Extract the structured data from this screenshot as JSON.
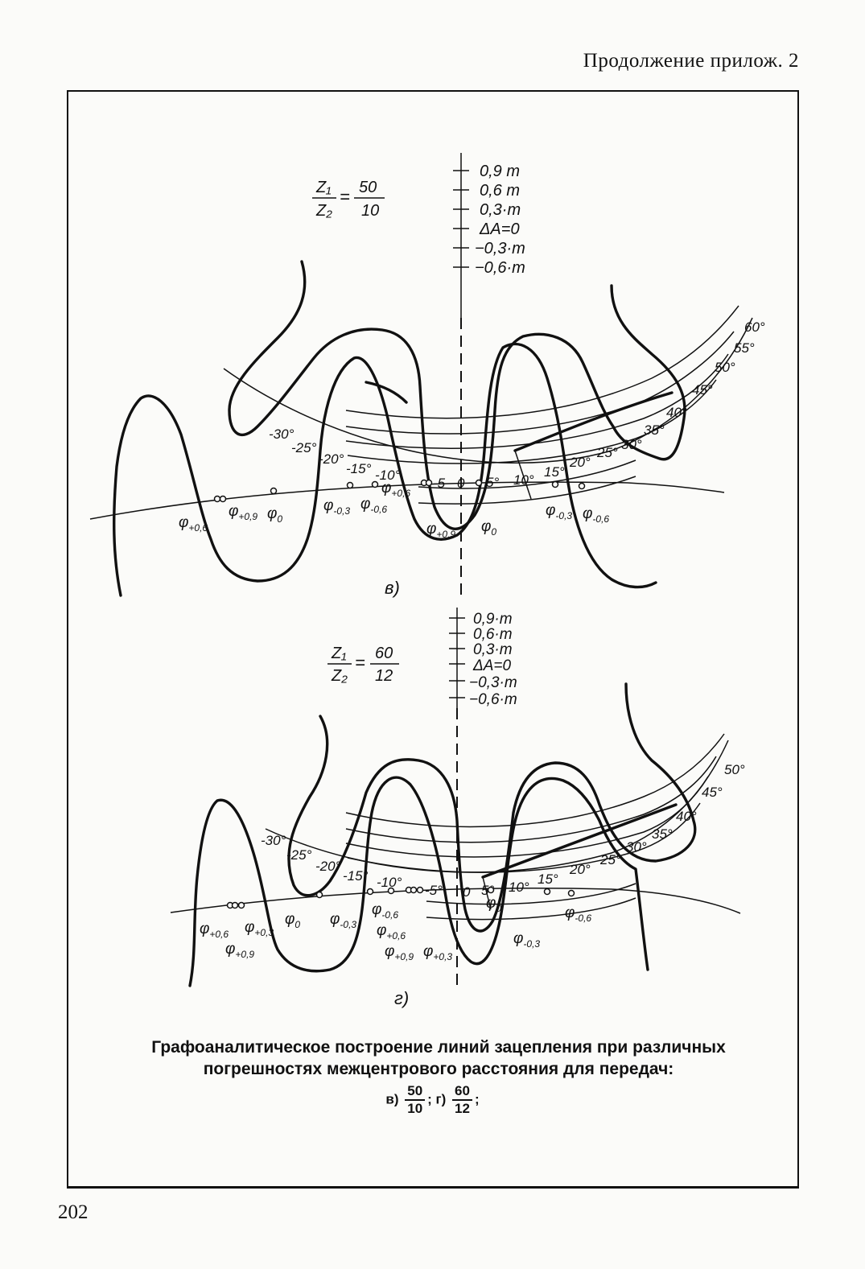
{
  "header": "Продолжение прилож. 2",
  "page_number": "202",
  "figure_v": {
    "panel_label": "в)",
    "ratio": {
      "top": "50",
      "bottom": "10"
    },
    "scale": [
      "0,9 m",
      "0,6 m",
      "0,3·m",
      "ΔA=0",
      "−0,3·m",
      "−0,6·m"
    ],
    "angles_right": [
      "60°",
      "55°",
      "50°",
      "45°",
      "40°",
      "35°",
      "30°",
      "25°",
      "20°",
      "15°",
      "10°",
      "5°",
      "0",
      "-5"
    ],
    "angles_left": [
      "-30°",
      "-25°",
      "-20°",
      "-15°",
      "-10°"
    ],
    "phi": [
      "+0,6",
      "+0,9",
      "0",
      "-0,3",
      "-0,6",
      "+0,6",
      "+0,9",
      "0",
      "-0,3",
      "-0,6"
    ]
  },
  "figure_g": {
    "panel_label": "г)",
    "ratio": {
      "top": "60",
      "bottom": "12"
    },
    "scale": [
      "0,9·m",
      "0,6·m",
      "0,3·m",
      "ΔA=0",
      "−0,3·m",
      "−0,6·m"
    ],
    "angles_right": [
      "50°",
      "45°",
      "40°",
      "35°",
      "30°",
      "25°",
      "20°",
      "15°",
      "10°",
      "5°",
      "0"
    ],
    "angles_left": [
      "-30°",
      "-25°",
      "-20°",
      "-15°",
      "-10°",
      "-5°"
    ],
    "phi": [
      "+0,6",
      "+0,3",
      "+0,9",
      "0",
      "-0,3",
      "-0,6",
      "+0,6",
      "+0,9",
      "+0,3",
      "0",
      "-0,3",
      "-0,6"
    ]
  },
  "caption": {
    "line1": "Графоаналитическое построение линий зацепления при различных",
    "line2": "погрешностях межцентрового расстояния для передач:",
    "v_label": "в)",
    "v_num": "50",
    "v_den": "10",
    "g_label": "; г)",
    "g_num": "60",
    "g_den": "12",
    "end": ";"
  }
}
